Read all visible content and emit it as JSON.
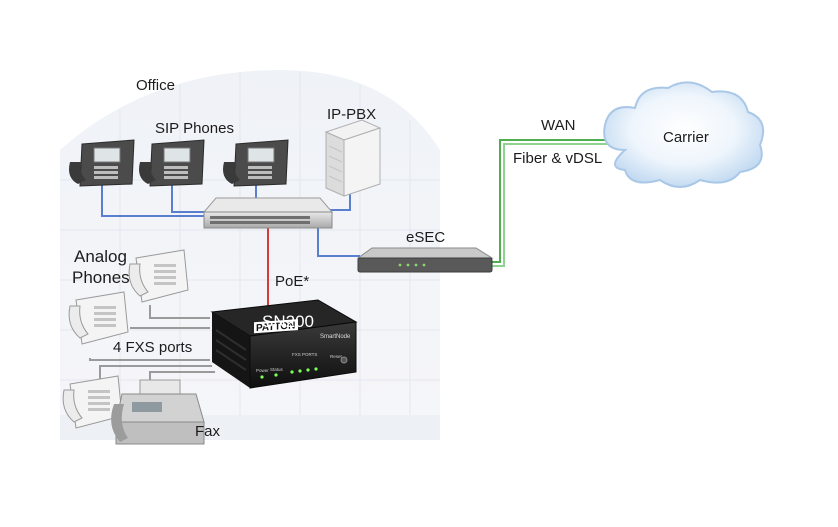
{
  "labels": {
    "office": "Office",
    "sip_phones": "SIP Phones",
    "ip_pbx": "IP-PBX",
    "wan": "WAN",
    "carrier": "Carrier",
    "fiber_vdsl": "Fiber & vDSL",
    "esec": "eSEC",
    "analog_phones_line1": "Analog",
    "analog_phones_line2": "Phones",
    "poe": "PoE*",
    "sn200": "SN200",
    "fxs_ports": "4 FXS ports",
    "fax": "Fax"
  },
  "device_marks": {
    "brand": "PATTON",
    "model": "SmartNode",
    "fxs_header": "FXS PORTS",
    "power": "Power",
    "status": "Status",
    "reset": "Reset"
  },
  "colors": {
    "ethernet_link": "#5a7fd0",
    "poe_link": "#d83a3a",
    "wan_link": "#4fae4f",
    "analog_link": "#9a9a9a",
    "cloud": "#d9e8f7",
    "device_black": "#141414"
  }
}
